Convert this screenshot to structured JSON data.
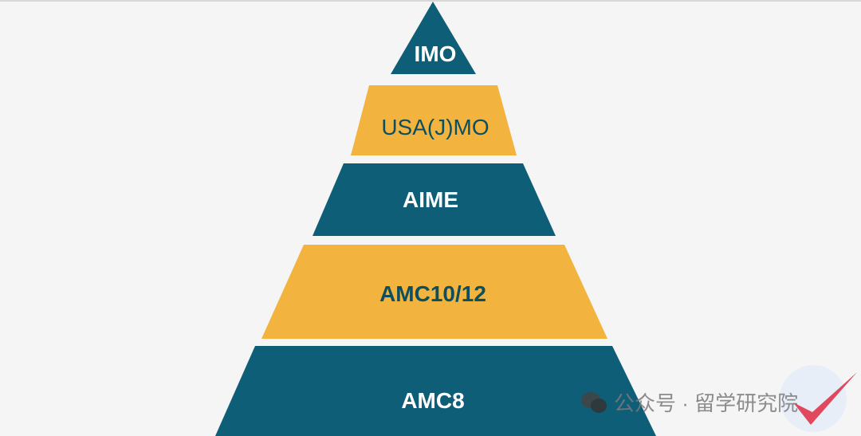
{
  "pyramid": {
    "levels": [
      {
        "label": "IMO",
        "color": "#0e5e78",
        "text_color": "#ffffff"
      },
      {
        "label": "USA(J)MO",
        "color": "#f2b43f",
        "text_color": "#0d4f5f"
      },
      {
        "label": "AIME",
        "color": "#0e5e78",
        "text_color": "#ffffff"
      },
      {
        "label": "AMC10/12",
        "color": "#f2b43f",
        "text_color": "#0d4f5f"
      },
      {
        "label": "AMC8",
        "color": "#0e5e78",
        "text_color": "#ffffff"
      }
    ]
  },
  "watermark": {
    "text": "公众号 · 留学研究院",
    "icon": "wechat-icon"
  }
}
